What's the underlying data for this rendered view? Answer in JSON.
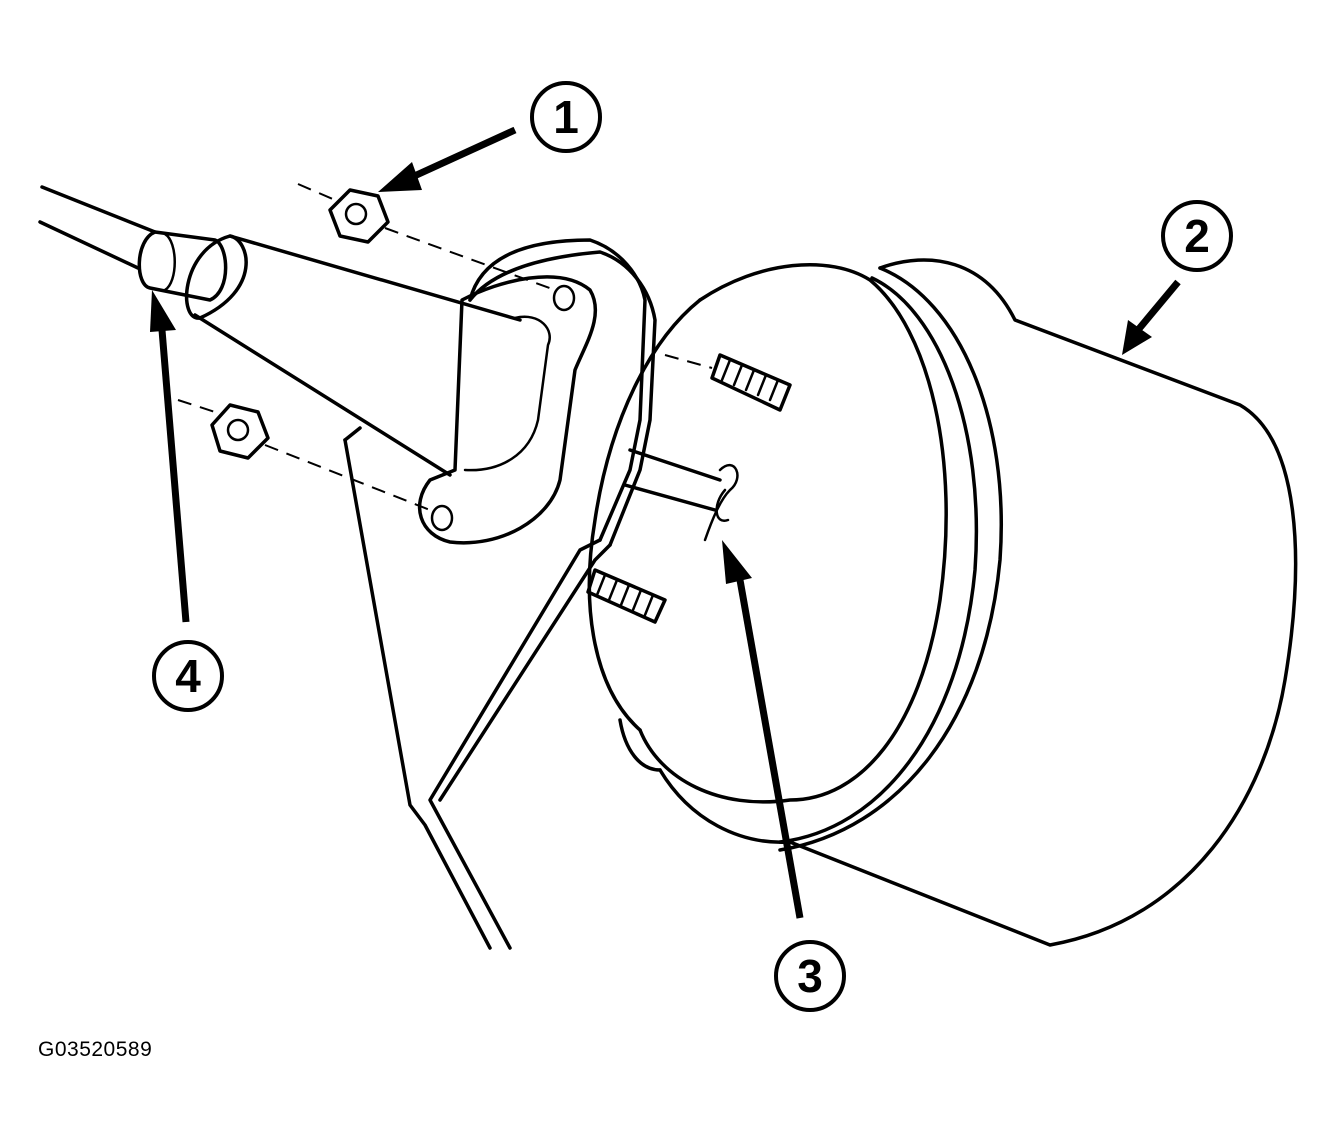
{
  "figure_id": "G03520589",
  "callouts": {
    "c1": "1",
    "c2": "2",
    "c3": "3",
    "c4": "4"
  },
  "ink_color": "#000000",
  "background_color": "#ffffff"
}
